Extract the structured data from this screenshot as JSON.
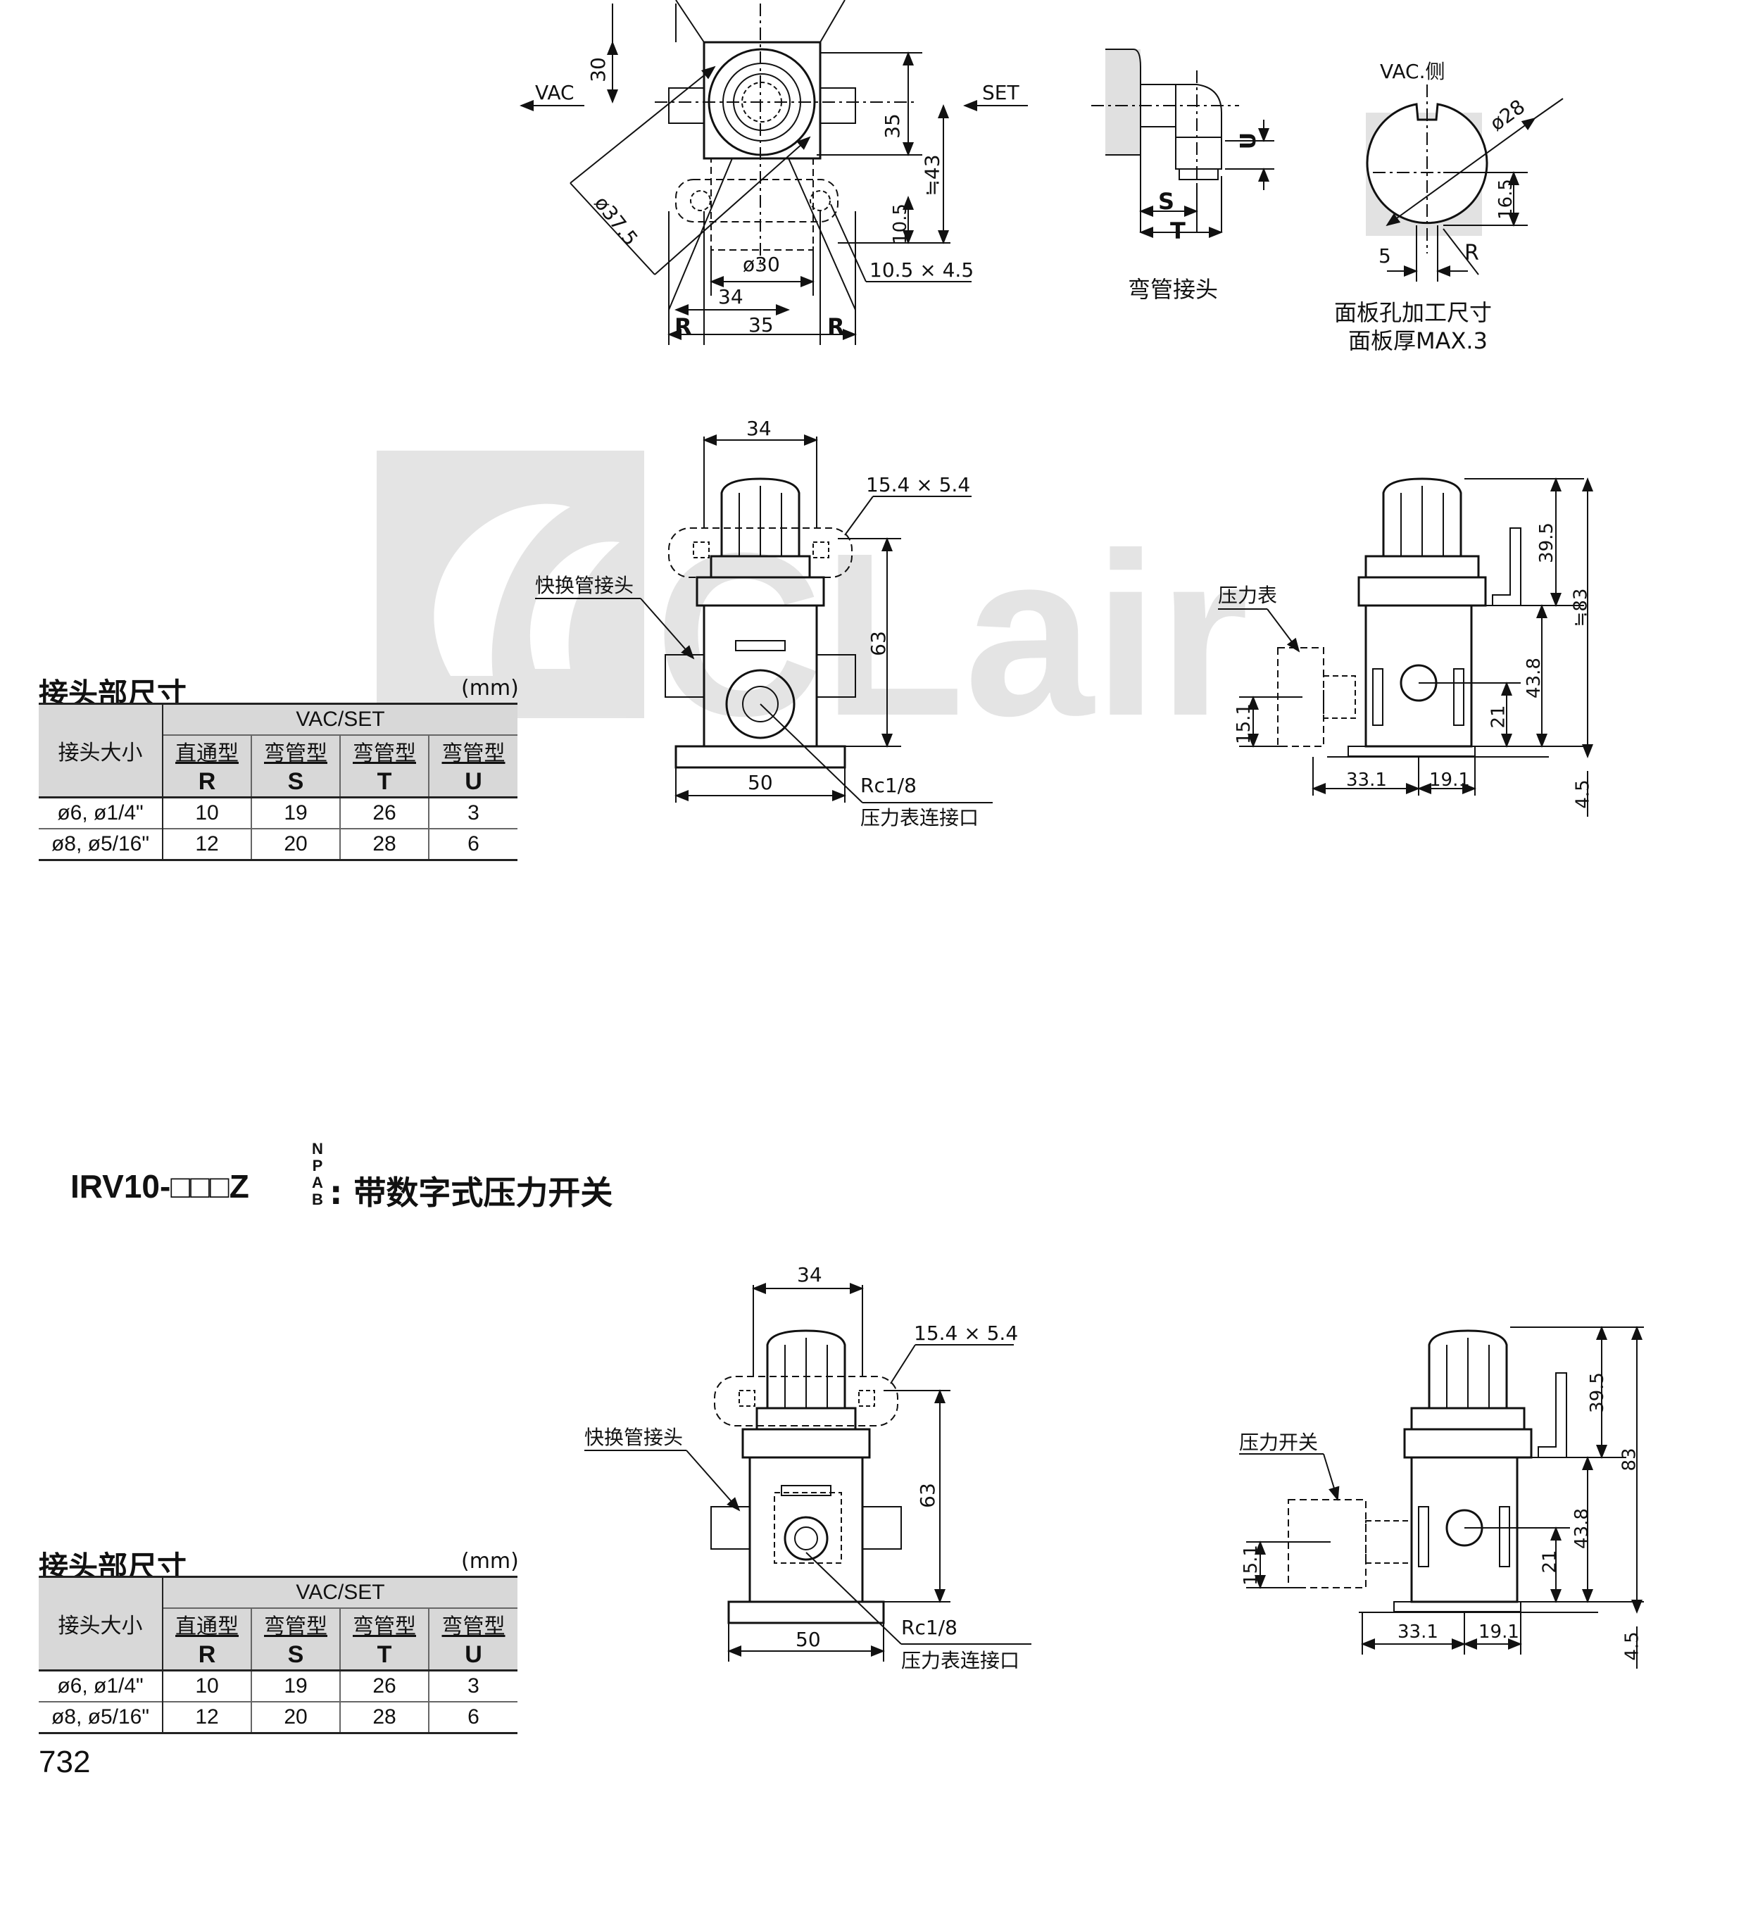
{
  "top_view": {
    "vac": "VAC",
    "set": "SET",
    "d30h": "30",
    "d35v": "35",
    "d43": "≒43",
    "d105": "10.5",
    "d375": "ø37.5",
    "d30": "ø30",
    "d34": "34",
    "r": "R",
    "d35": "35",
    "slot": "10.5 × 4.5"
  },
  "elbow": {
    "s": "S",
    "t": "T",
    "u": "U",
    "caption": "弯管接头"
  },
  "panel": {
    "vac_side": "VAC.侧",
    "d28": "ø28",
    "d165": "16.5",
    "five": "5",
    "r": "R",
    "caption1": "面板孔加工尺寸",
    "caption2": "面板厚MAX.3"
  },
  "view1": {
    "d34": "34",
    "slot": "15.4 × 5.4",
    "fitting": "快换管接头",
    "d63": "63",
    "d50": "50",
    "rc": "Rc1/8",
    "gauge_port": "压力表连接口"
  },
  "side1": {
    "gauge": "压力表",
    "d395": "39.5",
    "d83": "≒83",
    "d438": "43.8",
    "d21": "21",
    "d151": "15.1",
    "d331": "33.1",
    "d191": "19.1",
    "d45": "4.5"
  },
  "table1": {
    "title": "接头部尺寸",
    "unit": "(mm)",
    "size_hdr": "接头大小",
    "group": "VAC/SET",
    "types": [
      "直通型",
      "弯管型",
      "弯管型",
      "弯管型"
    ],
    "cols": [
      "R",
      "S",
      "T",
      "U"
    ],
    "rows": [
      {
        "size": "ø6, ø1/4\"",
        "vals": [
          "10",
          "19",
          "26",
          "3"
        ]
      },
      {
        "size": "ø8, ø5/16\"",
        "vals": [
          "12",
          "20",
          "28",
          "6"
        ]
      }
    ]
  },
  "product": {
    "model": "IRV10-□□□Z",
    "suffix_letters": [
      "N",
      "P",
      "A",
      "B"
    ],
    "desc": ": 带数字式压力开关"
  },
  "view2": {
    "d34": "34",
    "slot": "15.4 × 5.4",
    "fitting": "快换管接头",
    "d63": "63",
    "d50": "50",
    "rc": "Rc1/8",
    "gauge_port": "压力表连接口"
  },
  "side2": {
    "switch": "压力开关",
    "d395": "39.5",
    "d83": "83",
    "d438": "43.8",
    "d21": "21",
    "d151": "15.1",
    "d331": "33.1",
    "d191": "19.1",
    "d45": "4.5"
  },
  "table2": {
    "title": "接头部尺寸",
    "unit": "(mm)",
    "size_hdr": "接头大小",
    "group": "VAC/SET",
    "types": [
      "直通型",
      "弯管型",
      "弯管型",
      "弯管型"
    ],
    "cols": [
      "R",
      "S",
      "T",
      "U"
    ],
    "rows": [
      {
        "size": "ø6, ø1/4\"",
        "vals": [
          "10",
          "19",
          "26",
          "3"
        ]
      },
      {
        "size": "ø8, ø5/16\"",
        "vals": [
          "12",
          "20",
          "28",
          "6"
        ]
      }
    ]
  },
  "page_number": "732",
  "watermark": "CLair"
}
